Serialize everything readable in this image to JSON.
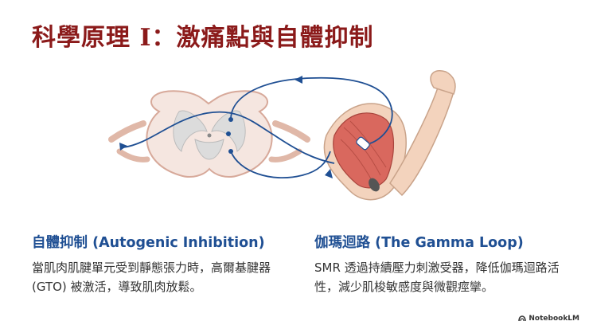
{
  "title": "科學原理 I：激痛點與自體抑制",
  "left_section": {
    "heading": "自體抑制 (Autogenic Inhibition)",
    "body": "當肌肉肌腱單元受到靜態張力時，高爾基腱器 (GTO) 被激活，導致肌肉放鬆。"
  },
  "right_section": {
    "heading": "伽瑪迴路 (The Gamma Loop)",
    "body": "SMR 透過持續壓力刺激受器，降低伽瑪迴路活性，減少肌梭敏感度與微觀痙攣。"
  },
  "footer": {
    "brand": "NotebookLM",
    "icon": "notebooklm-logo-icon"
  },
  "colors": {
    "title": "#8b1a1a",
    "heading": "#1f4f93",
    "nerve": "#1f4f93",
    "muscle": "#d9685e",
    "skin": "#f3d3bd"
  }
}
